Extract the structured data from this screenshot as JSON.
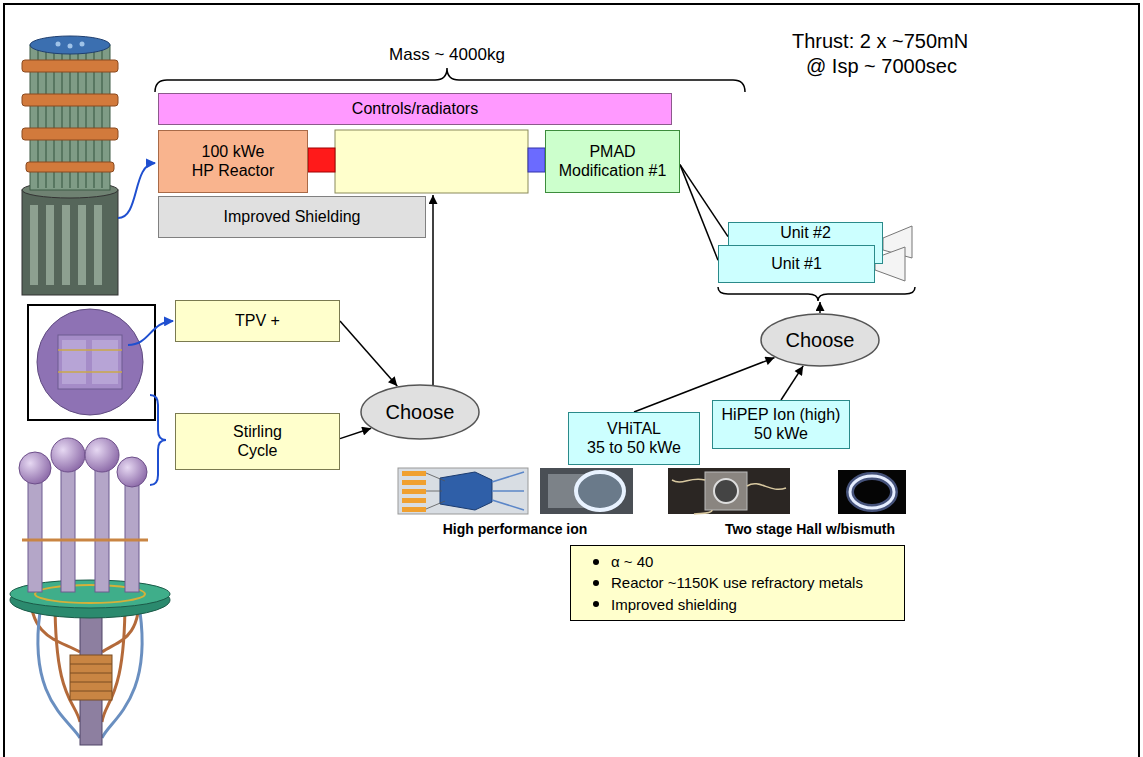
{
  "diagram": {
    "nodes": [
      {
        "text": [
          "Controls/radiators"
        ]
      },
      {
        "text": [
          "100 kWe HP Reactor"
        ]
      },
      {
        "text": [
          "PMAD Modification #1"
        ]
      },
      {
        "text": [
          "Improved Shielding"
        ]
      },
      {
        "text": [
          "Unit #2"
        ]
      },
      {
        "text": [
          "Unit #1"
        ]
      },
      {
        "text": [
          "TPV +"
        ]
      },
      {
        "text": [
          "Choose"
        ]
      },
      {
        "text": [
          "Stirling Cycle"
        ]
      },
      {
        "text": [
          "Choose"
        ]
      },
      {
        "text": [
          "VHiTAL",
          "35 to 50 kWe"
        ]
      },
      {
        "text": [
          "HiPEP Ion (high)",
          "50 kWe"
        ]
      },
      {
        "text": [
          "α ~ 40",
          "Reactor ~1150K use refractory metals",
          "Improved shielding"
        ]
      }
    ],
    "edges": [
      {
        "from": 2,
        "to": 4,
        "arrow": "none"
      },
      {
        "from": 2,
        "to": 5,
        "arrow": "none"
      },
      {
        "from": 6,
        "to": 9,
        "arrow": "to"
      },
      {
        "from": 8,
        "to": 9,
        "arrow": "to"
      },
      {
        "from": 10,
        "to": 7,
        "arrow": "to"
      },
      {
        "from": 11,
        "to": 7,
        "arrow": "to"
      }
    ],
    "labels": [
      "Mass ~ 4000kg",
      "Thrust: 2 x ~750mN",
      "@ Isp ~ 7000sec",
      "High performance ion",
      "Two stage Hall w/bismuth"
    ]
  }
}
